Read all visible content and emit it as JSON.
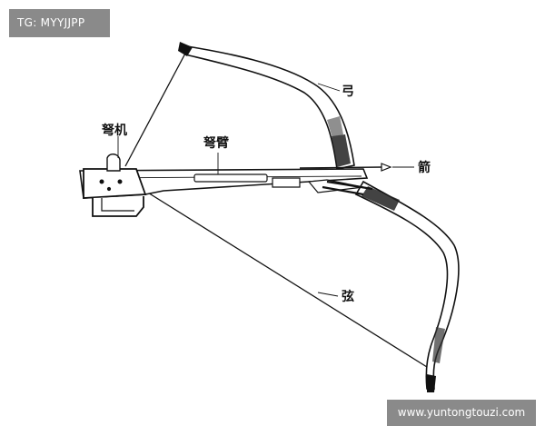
{
  "watermarks": {
    "top_left": "TG: MYYJJPP",
    "bottom_right": "www.yuntongtouzi.com"
  },
  "labels": {
    "bow": "弓",
    "trigger": "弩机",
    "stock": "弩臂",
    "arrow": "箭",
    "string": "弦"
  },
  "colors": {
    "ink": "#111111",
    "watermark_bg": "#8a8a8a",
    "background": "#ffffff"
  }
}
